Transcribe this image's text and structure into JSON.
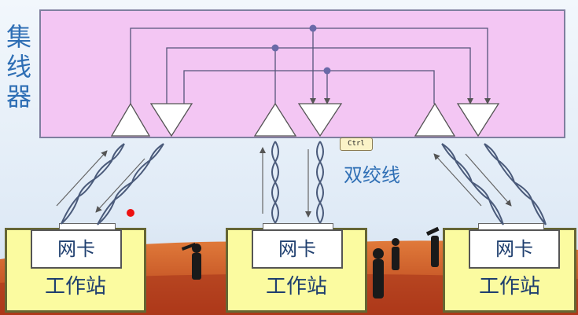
{
  "hub": {
    "label_chars": [
      "集",
      "线",
      "器"
    ]
  },
  "cable_label": "双绞线",
  "ctrl_tooltip": "Ctrl",
  "stations": [
    {
      "nic_label": "网卡",
      "station_label": "工作站"
    },
    {
      "nic_label": "网卡",
      "station_label": "工作站"
    },
    {
      "nic_label": "网卡",
      "station_label": "工作站"
    }
  ],
  "colors": {
    "hub_fill": "#f3c6f3",
    "station_fill": "#fbfba0",
    "label_blue": "#2f6fb5",
    "text_dark_blue": "#1f3f6f",
    "dot_blue": "#6a6aa8"
  }
}
